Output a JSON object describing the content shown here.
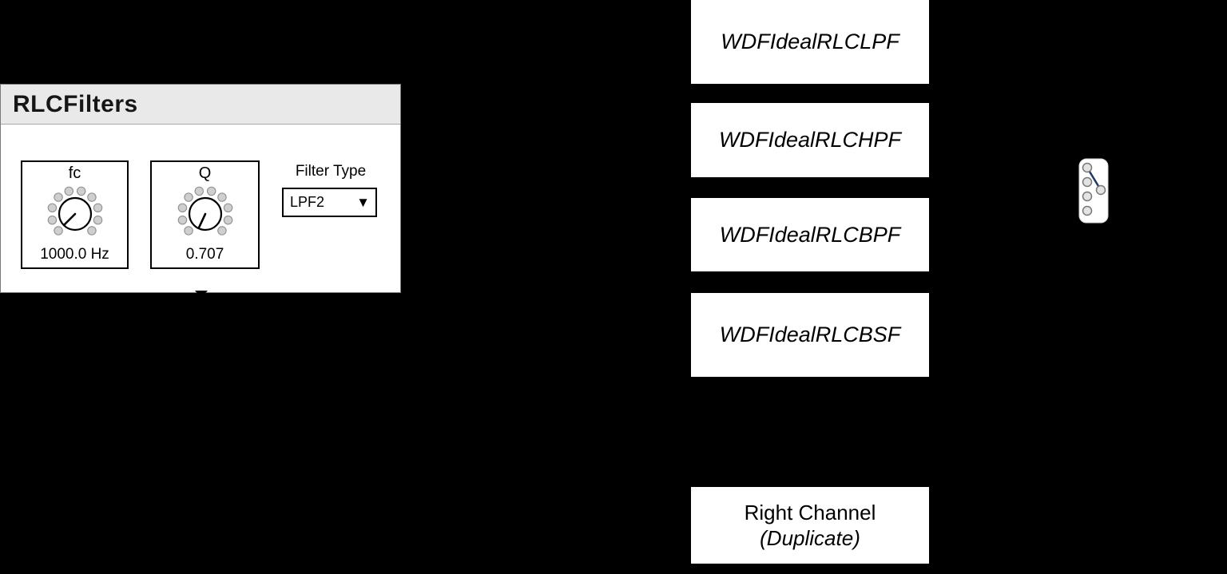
{
  "panel": {
    "title": "RLCFilters",
    "knobs": [
      {
        "label": "fc",
        "value": "1000.0 Hz"
      },
      {
        "label": "Q",
        "value": "0.707"
      }
    ],
    "filter_type": {
      "label": "Filter Type",
      "selected": "LPF2",
      "caret": "▼"
    }
  },
  "blocks": [
    {
      "label": "WDFIdealRLCLPF"
    },
    {
      "label": "WDFIdealRLCHPF"
    },
    {
      "label": "WDFIdealRLCBPF"
    },
    {
      "label": "WDFIdealRLCBSF"
    }
  ],
  "right_channel": {
    "line1": "Right Channel",
    "line2": "(Duplicate)"
  },
  "colors": {
    "background": "#000000",
    "panel_header": "#e9e9e9",
    "box_fill": "#ffffff",
    "selector_line": "#1f3864"
  }
}
